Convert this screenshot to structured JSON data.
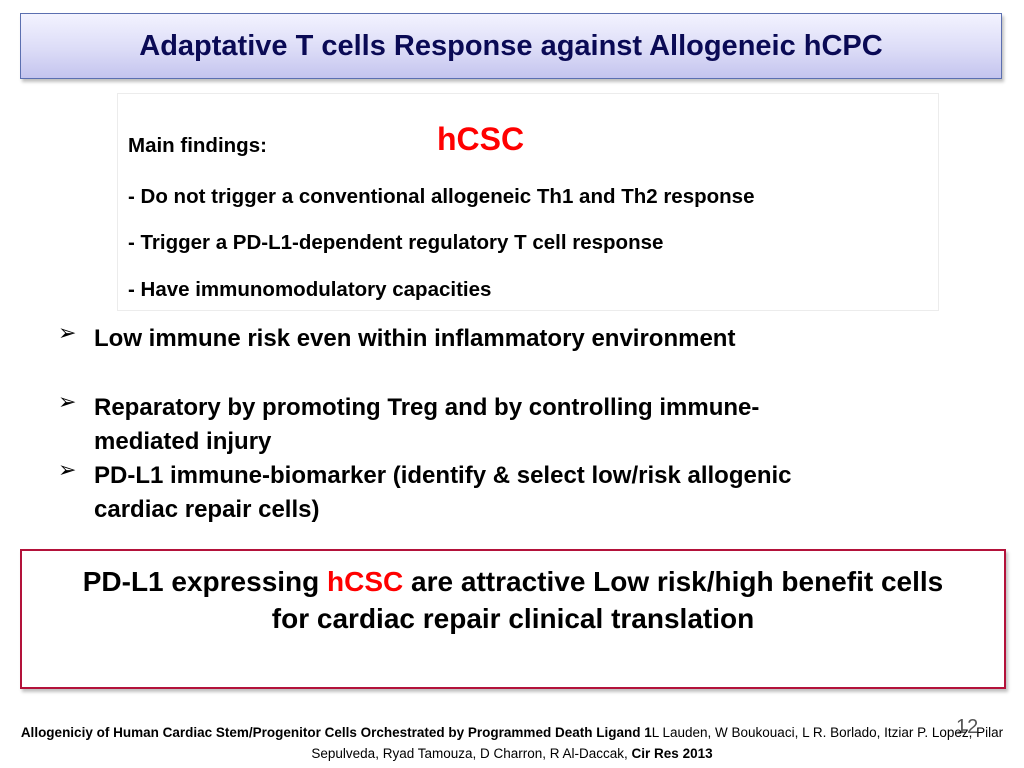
{
  "title": "Adaptative T cells Response against Allogeneic hCPC",
  "findings": {
    "heading": "Main findings:",
    "cell_label": "hCSC",
    "items": [
      "- Do not trigger a conventional allogeneic Th1 and Th2 response",
      "- Trigger a PD-L1-dependent regulatory T cell response",
      "- Have immunomodulatory capacities"
    ]
  },
  "bullets": [
    {
      "line1": "Low immune risk even within inflammatory environment",
      "line2": ""
    },
    {
      "line1": "Reparatory by promoting Treg and by controlling immune-",
      "line2": "mediated injury"
    },
    {
      "line1": "PD-L1 immune-biomarker (identify & select low/risk allogenic",
      "line2": "cardiac repair cells)"
    }
  ],
  "bullet_marker": "➢",
  "conclusion": {
    "part1": "PD-L1 expressing ",
    "highlight": "hCSC",
    "part2": " are attractive Low risk/high benefit cells",
    "line2": "for cardiac repair clinical translation"
  },
  "page_number": "12",
  "citation": {
    "title": "Allogeniciy of Human Cardiac Stem/Progenitor Cells Orchestrated by Programmed Death Ligand 1",
    "authors": "L Lauden, W Boukouaci, L R. Borlado, Itziar P. Lopez, Pilar Sepulveda, Ryad Tamouza, D Charron, R Al-Daccak, ",
    "journal": "Cir Res 2013"
  },
  "colors": {
    "title_text": "#0a0a55",
    "highlight": "#ff0000",
    "conclusion_border": "#b3123a"
  }
}
